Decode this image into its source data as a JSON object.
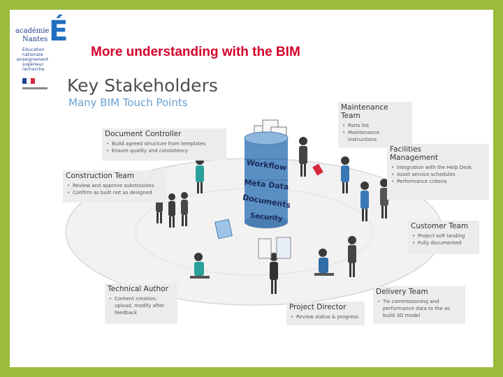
{
  "slide": {
    "title": "More understanding with the BIM",
    "logo": {
      "brand_line1": "académie",
      "brand_line2": "Nantes",
      "brand_mark": "É",
      "ministry_lines": [
        "Éducation",
        "nationale",
        "enseignement",
        "supérieur",
        "recherche"
      ]
    },
    "heading": "Key Stakeholders",
    "subheading": "Many BIM Touch Points",
    "core_layers": [
      "Workflow",
      "Meta Data",
      "Documents",
      "Security"
    ],
    "stakeholders": [
      {
        "key": "maintenance",
        "title_lines": [
          "Maintenance",
          "Team"
        ],
        "items": [
          "Parts list",
          "Maintenance instructions"
        ]
      },
      {
        "key": "document-controller",
        "title_lines": [
          "Document Controller"
        ],
        "items": [
          "Build agreed structure from templates",
          "Ensure quality and consistency"
        ]
      },
      {
        "key": "facilities",
        "title_lines": [
          "Facilities",
          "Management"
        ],
        "items": [
          "Integration with the Help Desk",
          "Asset service schedules",
          "Performance criteria"
        ]
      },
      {
        "key": "construction",
        "title_lines": [
          "Construction Team"
        ],
        "items": [
          "Review and approve submissions",
          "Confirm as built not as designed"
        ]
      },
      {
        "key": "customer",
        "title_lines": [
          "Customer Team"
        ],
        "items": [
          "Project soft landing",
          "Fully documented"
        ]
      },
      {
        "key": "technical-author",
        "title_lines": [
          "Technical Author"
        ],
        "items": [
          "Content creation, upload, modify after feedback"
        ]
      },
      {
        "key": "delivery",
        "title_lines": [
          "Delivery Team"
        ],
        "items": [
          "Tie commissioning and performance data to the as build 3D model"
        ]
      },
      {
        "key": "project-director",
        "title_lines": [
          "Project Director"
        ],
        "items": [
          "Review status & progress"
        ]
      }
    ],
    "colors": {
      "frame": "#9bbb3c",
      "title_red": "#d4002a",
      "subheading_blue": "#6aa0d0",
      "box_gray": "#ececec",
      "drum_blue": "#5a8fc4"
    }
  }
}
